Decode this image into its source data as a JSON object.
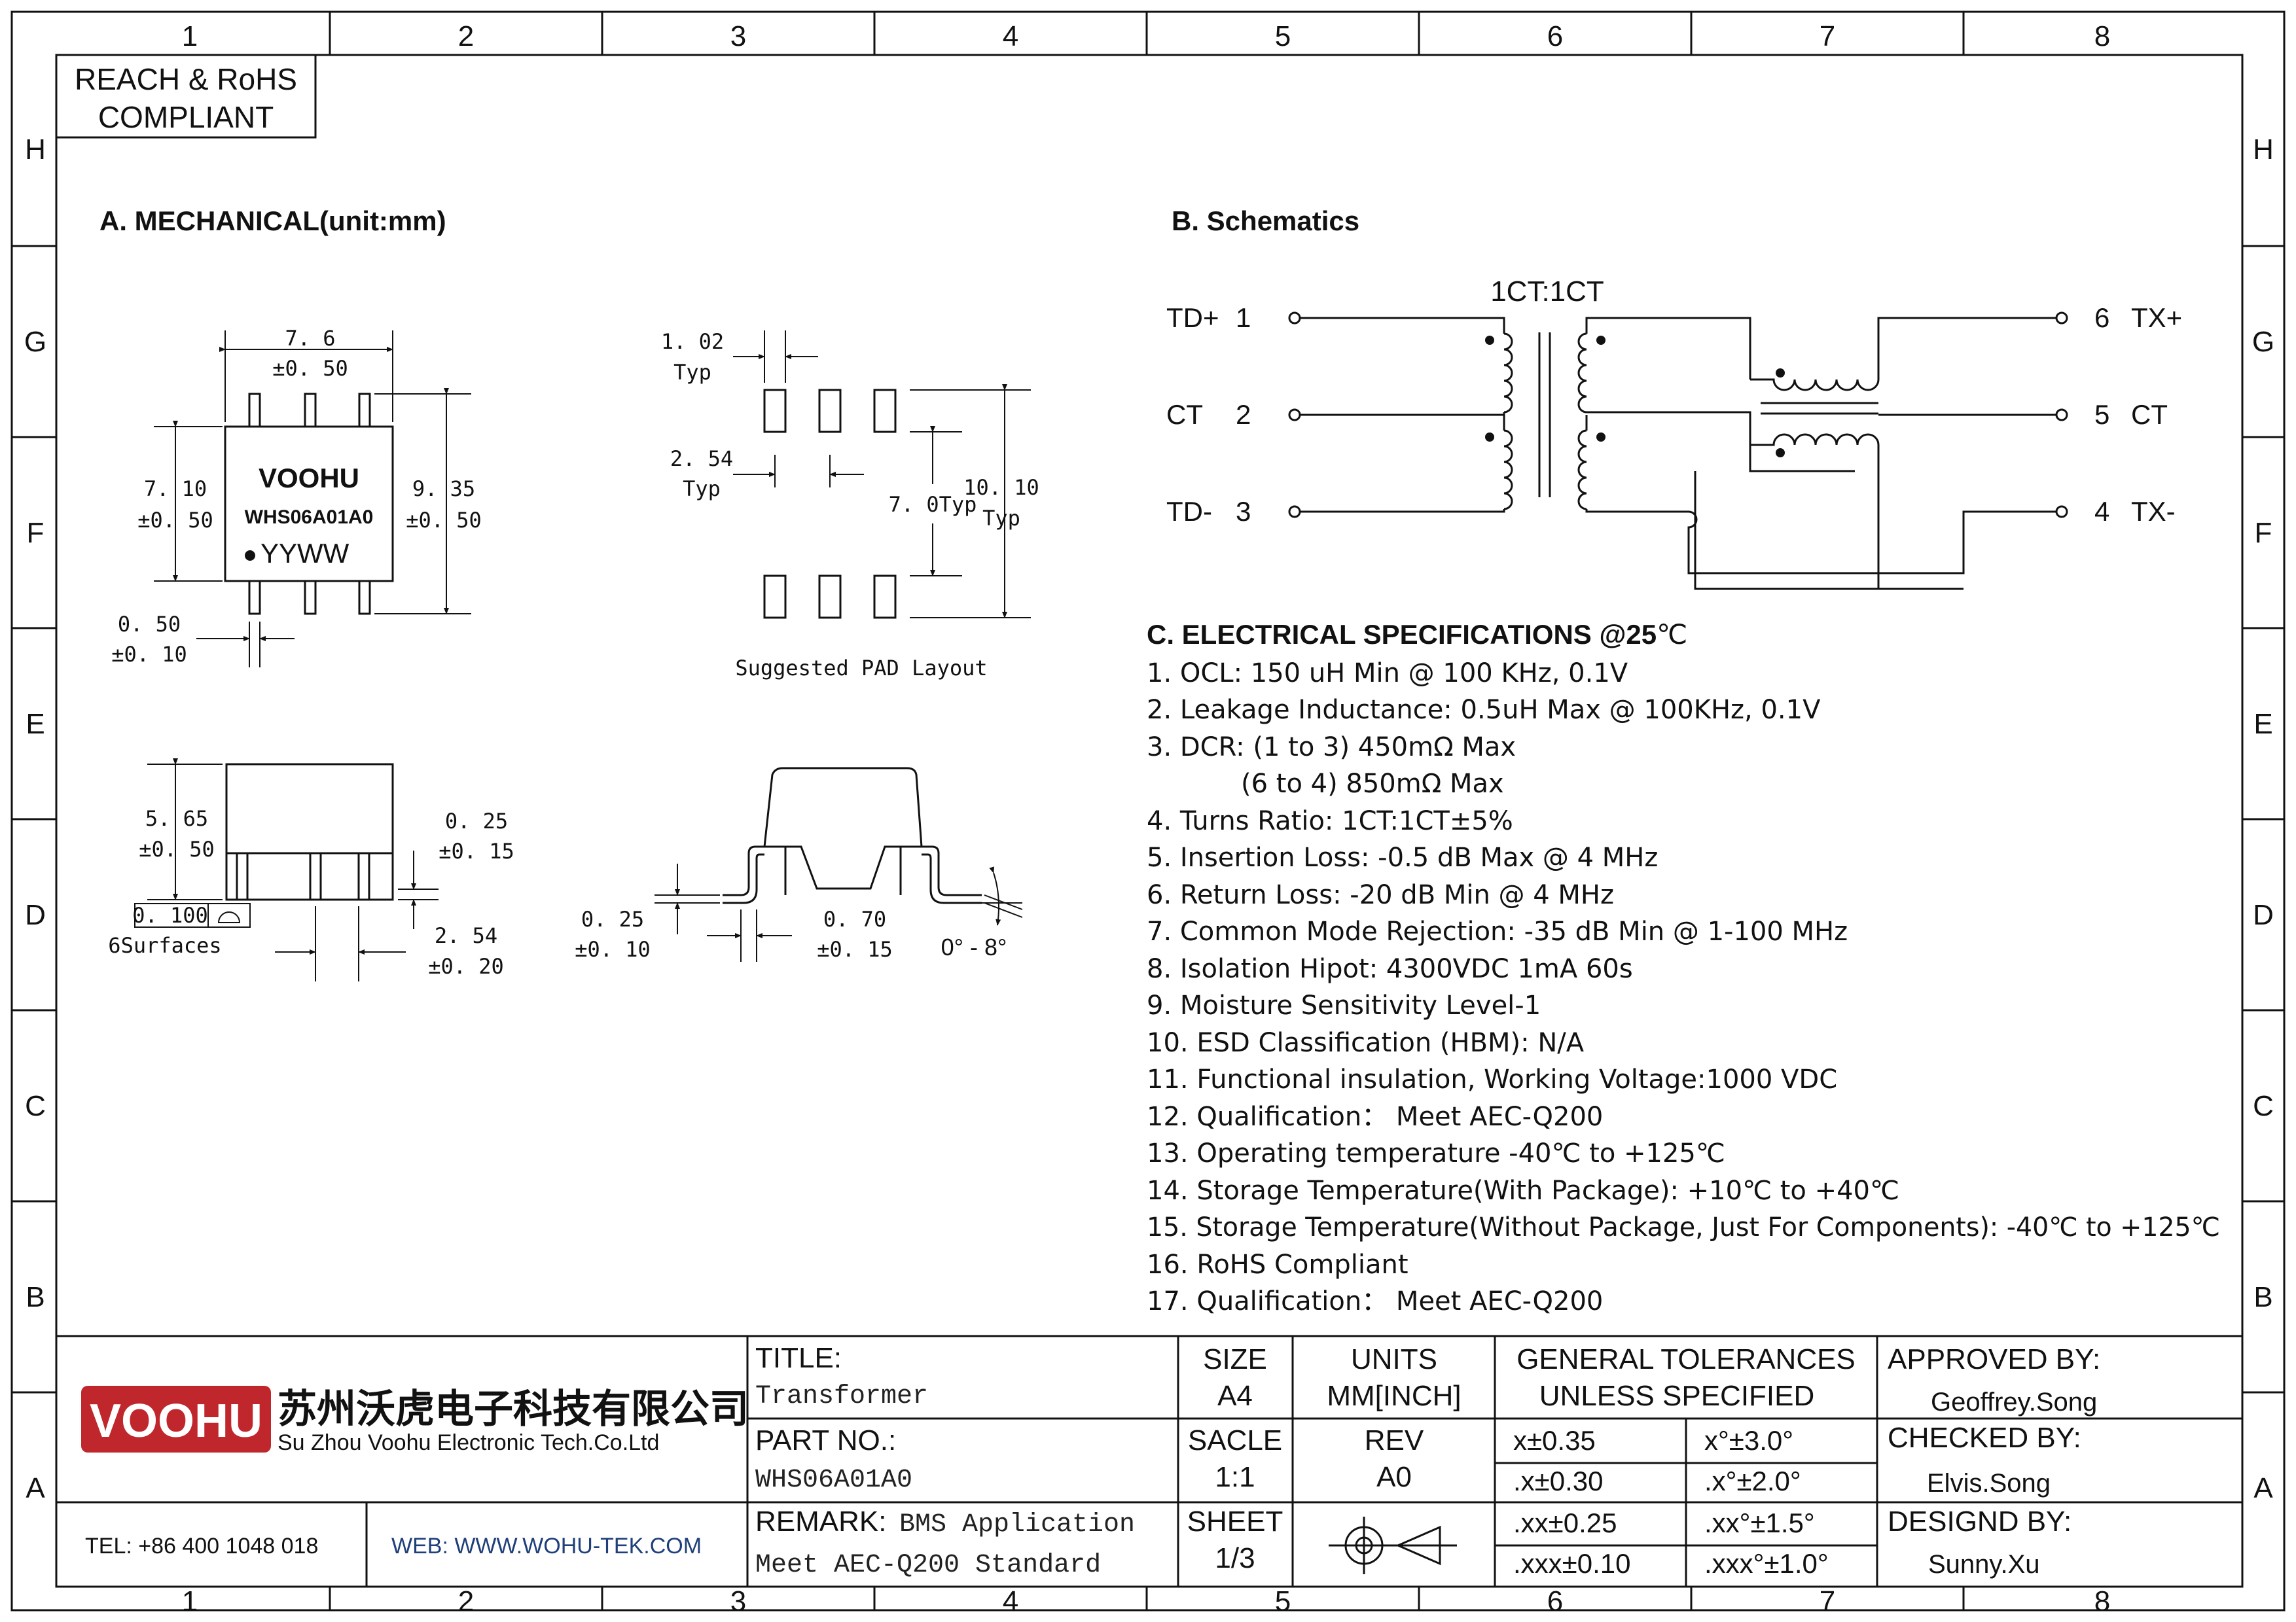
{
  "border": {
    "columns": [
      "1",
      "2",
      "3",
      "4",
      "5",
      "6",
      "7",
      "8"
    ],
    "rows": [
      "H",
      "G",
      "F",
      "E",
      "D",
      "C",
      "B",
      "A"
    ]
  },
  "compliance_note": {
    "line1": "REACH & RoHS",
    "line2": "COMPLIANT"
  },
  "mechanical": {
    "title": "A. MECHANICAL(unit:mm)",
    "top_view": {
      "brand": "VOOHU",
      "part": "WHS06A01A0",
      "datecode": "YYWW",
      "dim_width": [
        "7. 6",
        "±0. 50"
      ],
      "dim_body_height": [
        "7. 10",
        "±0. 50"
      ],
      "dim_total_height": [
        "9. 35",
        "±0. 50"
      ],
      "dim_pin_width": [
        "0. 50",
        "±0. 10"
      ]
    },
    "pad_layout": {
      "caption": "Suggested PAD Layout",
      "dim_pad_width": [
        "1. 02",
        "Typ"
      ],
      "dim_pitch": [
        "2. 54",
        "Typ"
      ],
      "dim_inner": "7. 0Typ",
      "dim_outer": [
        "10. 10",
        "Typ"
      ]
    },
    "side_view": {
      "dim_height": [
        "5. 65",
        "±0. 50"
      ],
      "dim_standoff": [
        "0. 25",
        "±0. 15"
      ],
      "dim_pitch": [
        "2. 54",
        "±0. 20"
      ],
      "coplanarity": "0. 100",
      "coplanarity_note": "6Surfaces"
    },
    "lead_detail": {
      "dim_thickness": [
        "0. 25",
        "±0. 10"
      ],
      "dim_foot": [
        "0. 70",
        "±0. 15"
      ],
      "angle": "0° - 8°"
    }
  },
  "schematic": {
    "title": "B. Schematics",
    "ratio": "1CT:1CT",
    "pins_left": [
      {
        "name": "TD+",
        "num": "1"
      },
      {
        "name": "CT",
        "num": "2"
      },
      {
        "name": "TD-",
        "num": "3"
      }
    ],
    "pins_right": [
      {
        "num": "6",
        "name": "TX+"
      },
      {
        "num": "5",
        "name": "CT"
      },
      {
        "num": "4",
        "name": "TX-"
      }
    ]
  },
  "electrical": {
    "title": "C. ELECTRICAL SPECIFICATIONS @25",
    "title_unit": "℃",
    "specs": [
      "1. OCL: 150 uH Min @ 100 KHz, 0.1V",
      "2. Leakage Inductance: 0.5uH Max @ 100KHz, 0.1V",
      "3. DCR: (1 to 3) 450mΩ Max",
      "(6 to 4) 850mΩ Max",
      "4. Turns Ratio: 1CT:1CT±5%",
      "5. Insertion Loss: -0.5 dB Max @ 4 MHz",
      "6. Return Loss: -20 dB Min @ 4 MHz",
      "7. Common Mode Rejection: -35 dB Min @ 1-100 MHz",
      "8. Isolation Hipot: 4300VDC 1mA 60s",
      "9. Moisture Sensitivity Level-1",
      "10. ESD Classification (HBM): N/A",
      "11. Functional insulation, Working Voltage:1000 VDC",
      "12. Qualification： Meet AEC-Q200",
      "13. Operating temperature -40℃ to +125℃",
      "14. Storage Temperature(With Package): +10℃ to +40℃",
      "15. Storage Temperature(Without Package, Just For Components): -40℃ to +125℃",
      "16.  RoHS Compliant",
      "17. Qualification： Meet AEC-Q200"
    ]
  },
  "title_block": {
    "company_logo": "VOOHU",
    "company_cn": "苏州沃虎电子科技有限公司",
    "company_en": "Su Zhou Voohu Electronic Tech.Co.Ltd",
    "tel": "TEL: +86 400 1048 018",
    "web": "WEB: WWW.WOHU-TEK.COM",
    "title_label": "TITLE:",
    "title_value": "Transformer",
    "part_label": "PART NO.:",
    "part_value": "WHS06A01A0",
    "remark_label": "REMARK:",
    "remark_value1": "BMS Application",
    "remark_value2": "Meet AEC-Q200 Standard",
    "size_label": "SIZE",
    "size_value": "A4",
    "units_label": "UNITS",
    "units_value": "MM[INCH]",
    "scale_label": "SACLE",
    "scale_value": "1:1",
    "rev_label": "REV",
    "rev_value": "A0",
    "sheet_label": "SHEET",
    "sheet_value": "1/3",
    "tol_label1": "GENERAL TOLERANCES",
    "tol_label2": "UNLESS SPECIFIED",
    "tolerances": [
      [
        "x±0.35",
        "x°±3.0°"
      ],
      [
        ".x±0.30",
        ".x°±2.0°"
      ],
      [
        ".xx±0.25",
        ".xx°±1.5°"
      ],
      [
        ".xxx±0.10",
        ".xxx°±1.0°"
      ]
    ],
    "approved_label": "APPROVED BY:",
    "approved_value": "Geoffrey.Song",
    "checked_label": "CHECKED BY:",
    "checked_value": "Elvis.Song",
    "designed_label": "DESIGND BY:",
    "designed_value": "Sunny.Xu"
  }
}
